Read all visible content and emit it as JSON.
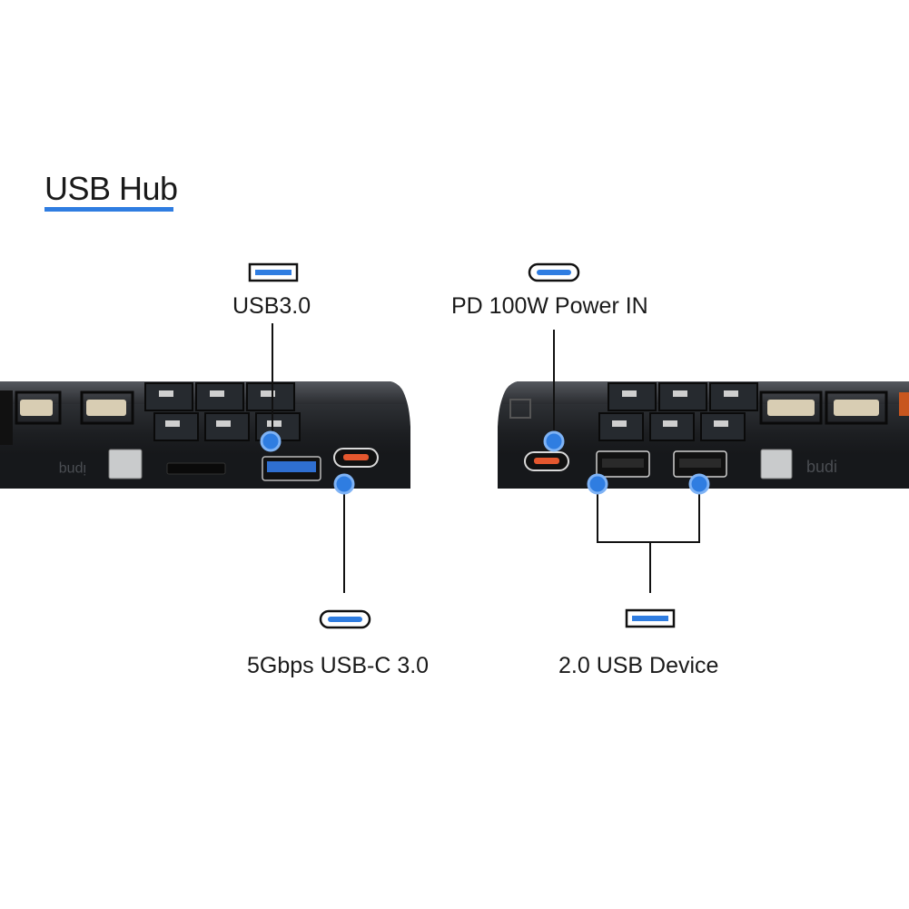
{
  "title": "USB Hub",
  "accent_color": "#2f7de1",
  "product_brand": "budi",
  "callouts": {
    "usb30": {
      "label": "USB3.0",
      "icon": "usb-a-port-icon"
    },
    "pd_power": {
      "label": "PD 100W Power IN",
      "icon": "usb-c-port-icon"
    },
    "usbc30": {
      "label": "5Gbps USB-C 3.0",
      "icon": "usb-c-port-icon"
    },
    "usb20": {
      "label": "2.0 USB Device",
      "icon": "usb-a-port-icon"
    }
  }
}
